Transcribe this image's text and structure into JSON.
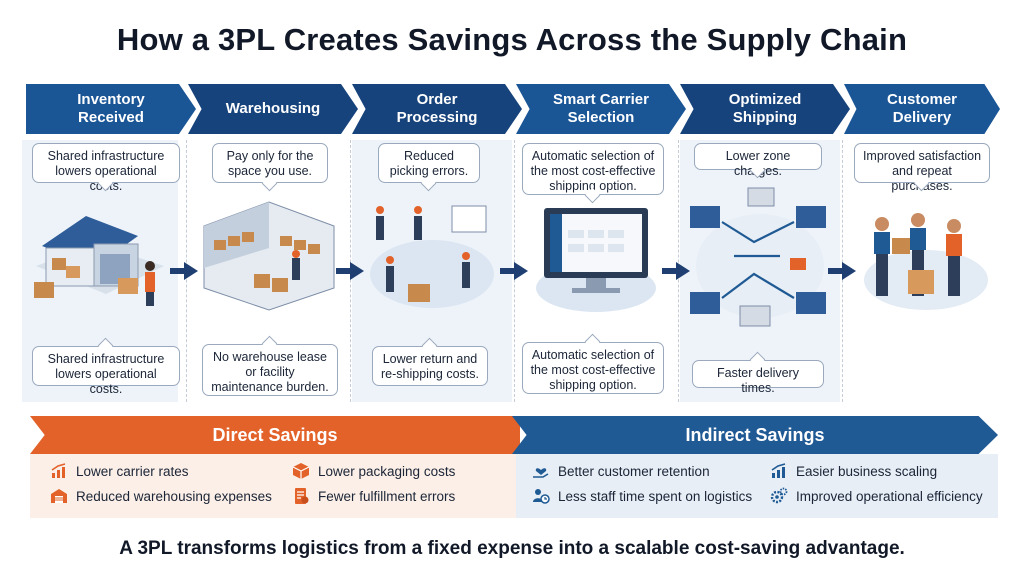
{
  "title": "How a 3PL Creates Savings Across the Supply Chain",
  "stages": [
    {
      "label_1": "Inventory",
      "label_2": "Received",
      "top_note": "Shared infrastructure lowers operational costs.",
      "bottom_note": "Shared infrastructure lowers operational costs.",
      "illustration": "warehouse-receiving"
    },
    {
      "label_1": "Warehousing",
      "label_2": "",
      "top_note": "Pay only for the space you use.",
      "bottom_note": "No warehouse lease or facility maintenance burden.",
      "illustration": "warehouse-interior"
    },
    {
      "label_1": "Order",
      "label_2": "Processing",
      "top_note": "Reduced picking errors.",
      "bottom_note": "Lower return and re-shipping costs.",
      "illustration": "picking-workers"
    },
    {
      "label_1": "Smart Carrier",
      "label_2": "Selection",
      "top_note": "Automatic selection of the most cost-effective shipping option.",
      "bottom_note": "Automatic selection of the most cost-effective shipping option.",
      "illustration": "carrier-dashboard-monitor"
    },
    {
      "label_1": "Optimized",
      "label_2": "Shipping",
      "top_note": "Lower zone charges.",
      "bottom_note": "Faster delivery times.",
      "illustration": "shipping-network"
    },
    {
      "label_1": "Customer",
      "label_2": "Delivery",
      "top_note": "Improved satisfaction and repeat purchases.",
      "bottom_note": "",
      "illustration": "happy-customers"
    }
  ],
  "direct": {
    "title": "Direct Savings",
    "items": [
      {
        "label": "Lower carrier rates",
        "icon": "chart-up-icon"
      },
      {
        "label": "Lower packaging costs",
        "icon": "box-icon"
      },
      {
        "label": "Reduced warehousing expenses",
        "icon": "warehouse-icon"
      },
      {
        "label": "Fewer fulfillment errors",
        "icon": "document-icon"
      }
    ]
  },
  "indirect": {
    "title": "Indirect Savings",
    "items": [
      {
        "label": "Better customer retention",
        "icon": "heart-hand-icon"
      },
      {
        "label": "Easier business scaling",
        "icon": "growth-chart-icon"
      },
      {
        "label": "Less staff time spent on logistics",
        "icon": "person-clock-icon"
      },
      {
        "label": "Improved operational efficiency",
        "icon": "gears-icon"
      }
    ]
  },
  "footer": "A 3PL transforms logistics from a fixed expense into a scalable cost-saving advantage.",
  "colors": {
    "chevron_a": "#1a5596",
    "chevron_b": "#17437c",
    "direct": "#e2622a",
    "indirect": "#1f5a94"
  }
}
